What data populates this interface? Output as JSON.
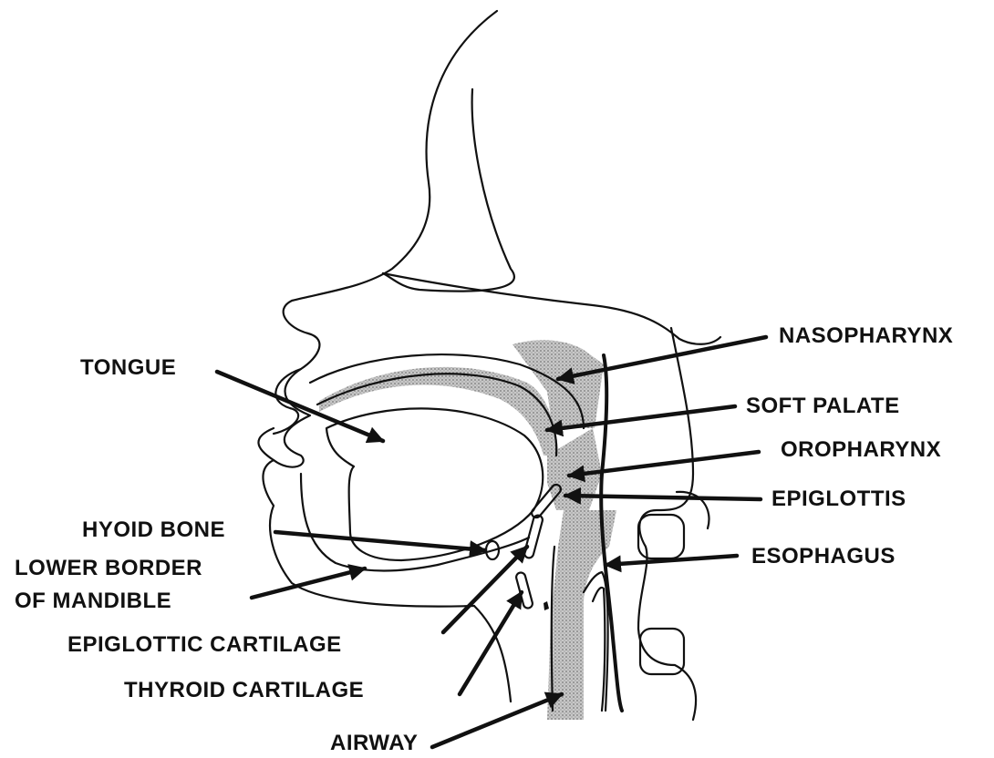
{
  "labels": {
    "tongue": "TONGUE",
    "nasopharynx": "NASOPHARYNX",
    "soft_palate": "SOFT PALATE",
    "oropharynx": "OROPHARYNX",
    "epiglottis": "EPIGLOTTIS",
    "hyoid_bone": "HYOID BONE",
    "esophagus": "ESOPHAGUS",
    "lower_border_line1": "LOWER BORDER",
    "lower_border_line2": "OF MANDIBLE",
    "epiglottic_cartilage": "EPIGLOTTIC CARTILAGE",
    "thyroid_cartilage": "THYROID CARTILAGE",
    "airway": "AIRWAY"
  },
  "colors": {
    "ink": "#111111",
    "shade": "#9a9a9a",
    "background": "#ffffff"
  }
}
